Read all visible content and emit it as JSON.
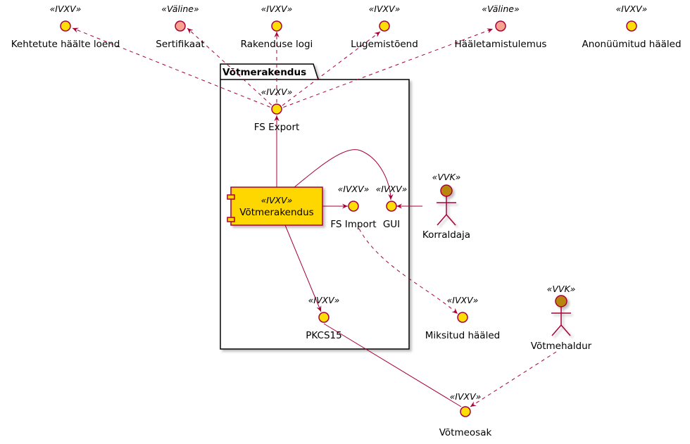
{
  "colors": {
    "interface_fill": "#FEDE06",
    "external_fill": "#F8A28F",
    "border": "#A80036",
    "actor_fill": "#B8860B",
    "component_fill": "#FFD700"
  },
  "interfaces": {
    "kehtetute": {
      "stereotype": "«IVXV»",
      "label": "Kehtetute häälte loend"
    },
    "sertifikaat": {
      "stereotype": "«Väline»",
      "label": "Sertifikaat"
    },
    "rakenduse_logi": {
      "stereotype": "«IVXV»",
      "label": "Rakenduse logi"
    },
    "lugemistoend": {
      "stereotype": "«IVXV»",
      "label": "Lugemistõend"
    },
    "haaletamistulemus": {
      "stereotype": "«Väline»",
      "label": "Hääletamistulemus"
    },
    "anonuumitud": {
      "stereotype": "«IVXV»",
      "label": "Anonüümitud hääled"
    },
    "fs_export": {
      "stereotype": "«IVXV»",
      "label": "FS Export"
    },
    "fs_import": {
      "stereotype": "«IVXV»",
      "label": "FS Import"
    },
    "gui": {
      "stereotype": "«IVXV»",
      "label": "GUI"
    },
    "pkcs15": {
      "stereotype": "«IVXV»",
      "label": "PKCS15"
    },
    "miksitud": {
      "stereotype": "«IVXV»",
      "label": "Miksitud hääled"
    },
    "votmeosak": {
      "stereotype": "«IVXV»",
      "label": "Võtmeosak"
    }
  },
  "package": {
    "title": "Võtmerakendus"
  },
  "component": {
    "stereotype": "«IVXV»",
    "label": "Võtmerakendus"
  },
  "actors": {
    "korraldaja": {
      "stereotype": "«VVK»",
      "label": "Korraldaja"
    },
    "votmehaldur": {
      "stereotype": "«VVK»",
      "label": "Võtmehaldur"
    }
  }
}
